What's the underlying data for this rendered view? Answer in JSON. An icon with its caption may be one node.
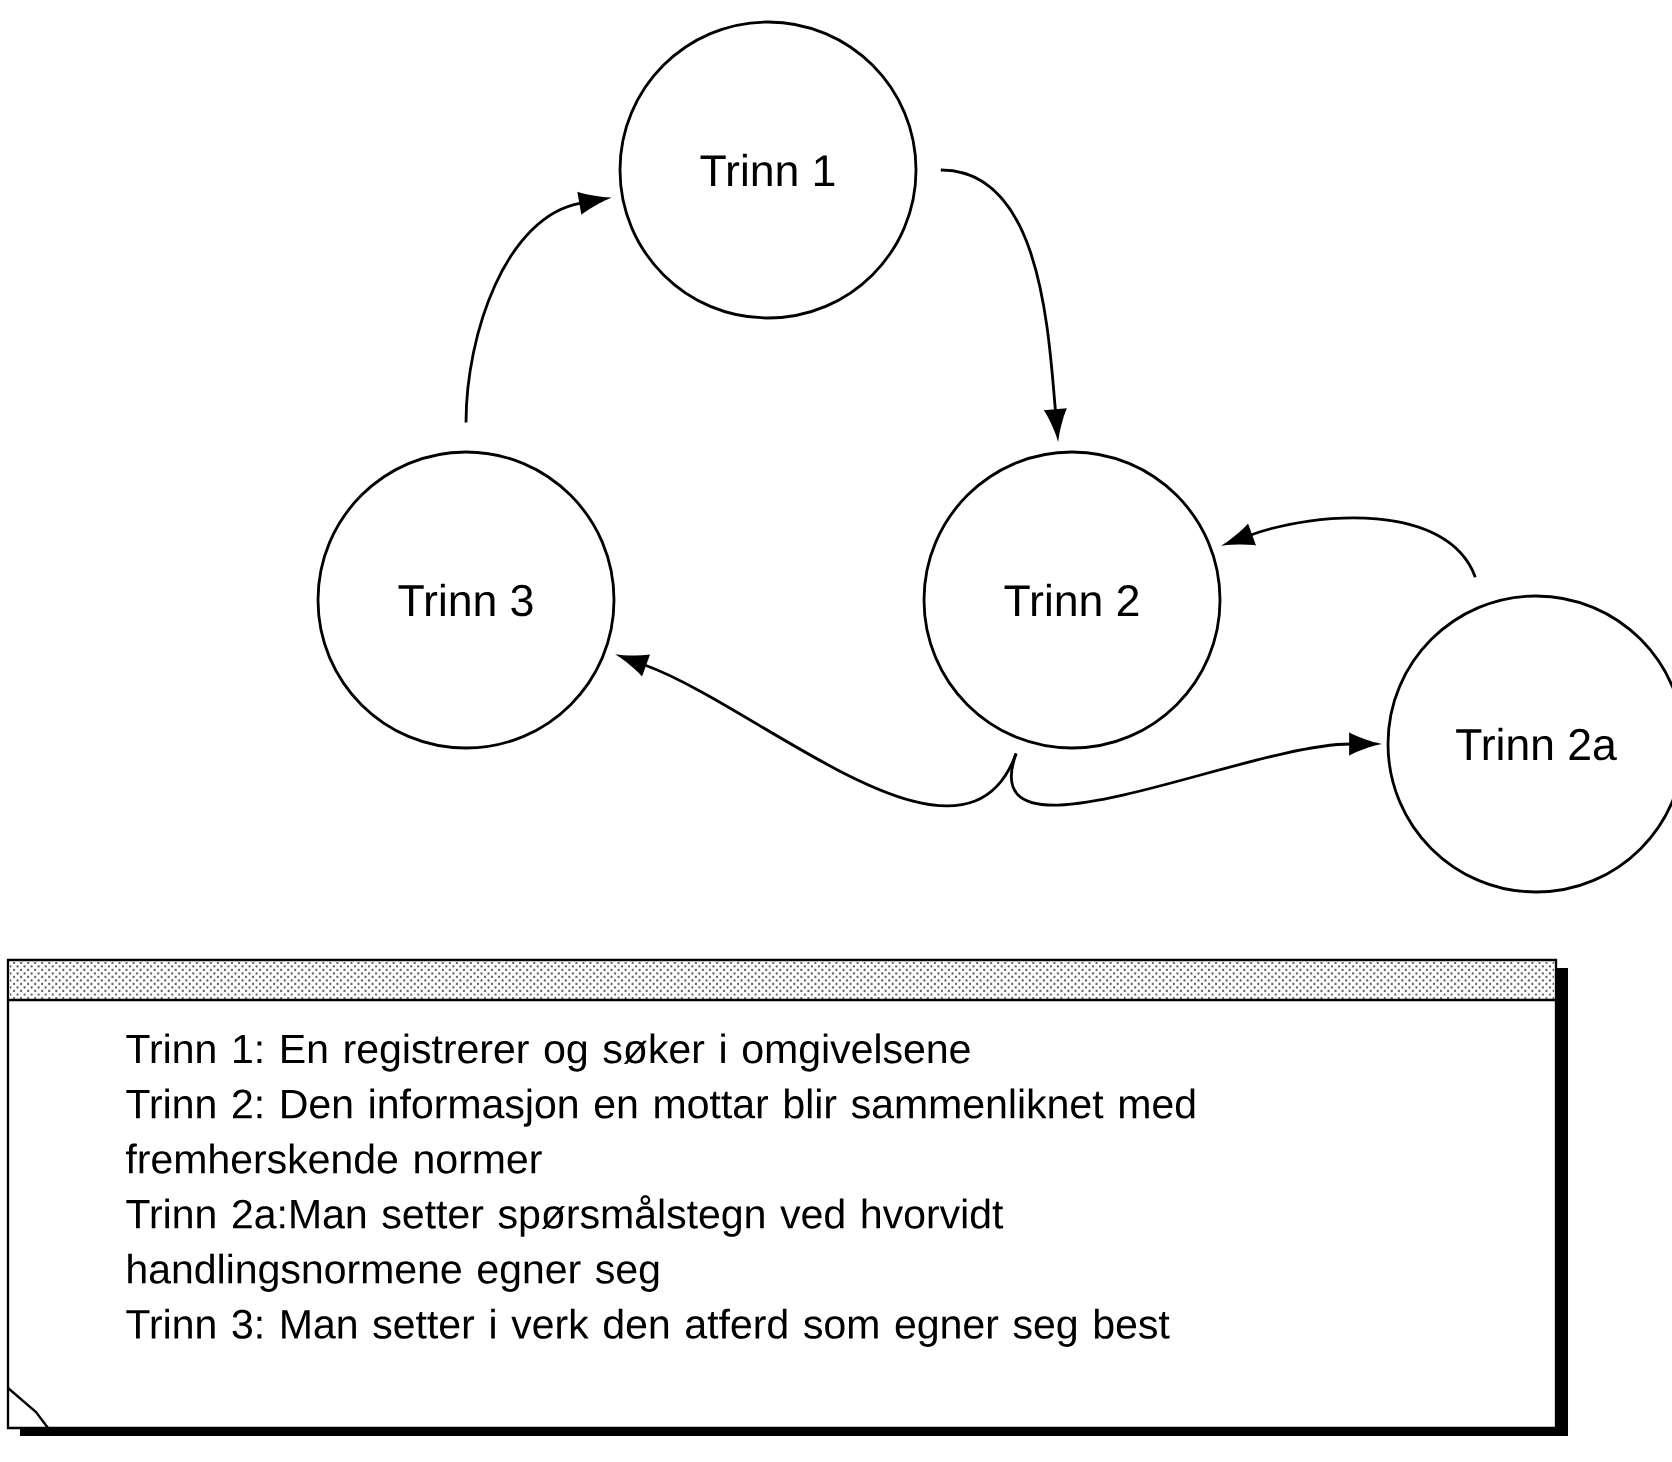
{
  "diagram": {
    "nodes": [
      {
        "text": [
          "Trinn 1"
        ]
      },
      {
        "text": [
          "Trinn 2"
        ]
      },
      {
        "text": [
          "Trinn 3"
        ]
      },
      {
        "text": [
          "Trinn 2a"
        ]
      },
      {
        "text": [
          "Trinn 1: En registrerer og søker i omgivelsene",
          "Trinn 2: Den informasjon en mottar blir sammenliknet med fremherskende normer",
          "Trinn 2a:Man setter spørsmålstegn ved hvorvidt handlingsnormene egner seg",
          "Trinn 3: Man setter i verk den atferd som egner seg best"
        ]
      }
    ],
    "edges": [
      {
        "from": 0,
        "to": 1,
        "arrow": "to"
      },
      {
        "from": 1,
        "to": 2,
        "arrow": "to"
      },
      {
        "from": 2,
        "to": 0,
        "arrow": "to"
      },
      {
        "from": 1,
        "to": 3,
        "arrow": "to"
      },
      {
        "from": 3,
        "to": 1,
        "arrow": "to"
      }
    ]
  }
}
